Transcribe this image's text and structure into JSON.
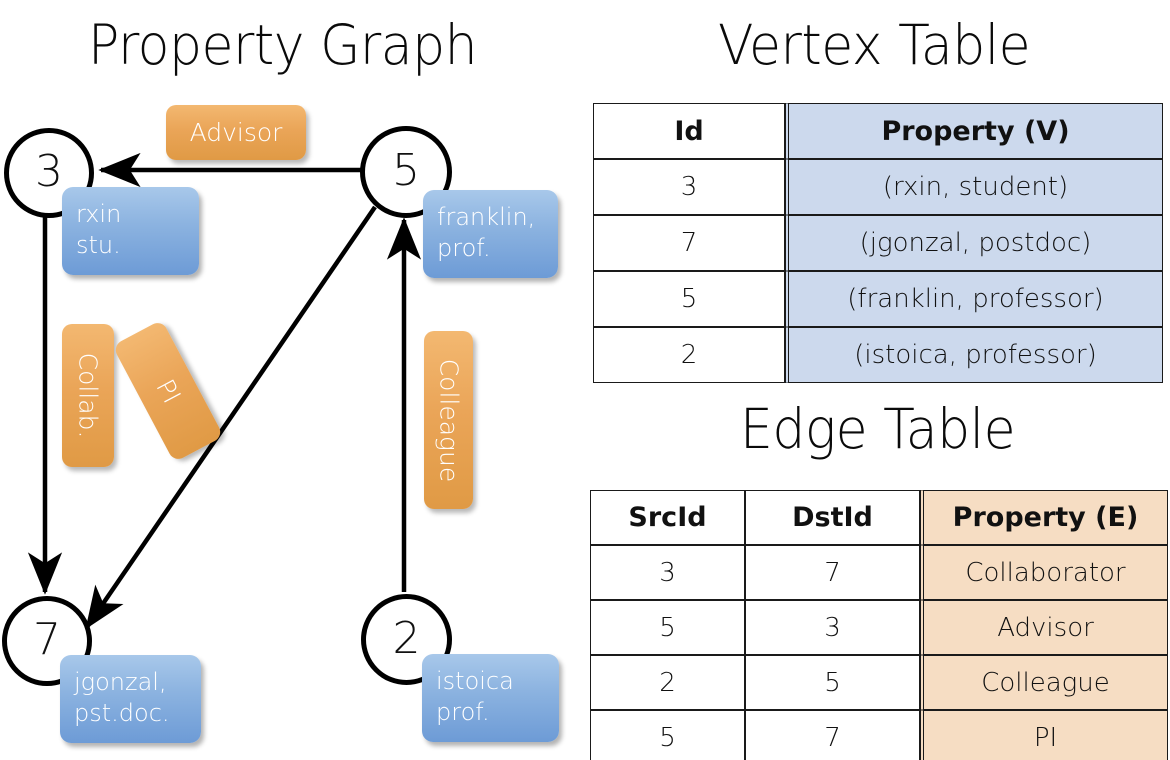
{
  "titles": {
    "property_graph": "Property Graph",
    "vertex_table": "Vertex Table",
    "edge_table": "Edge Table"
  },
  "colors": {
    "vertex_property_fill": "#ccd9ed",
    "edge_property_fill": "#f6ddc3",
    "vertex_box_blue": "#8cb3e0",
    "edge_label_orange": "#eaa558",
    "stroke": "#000000",
    "background": "#ffffff"
  },
  "graph": {
    "nodes": [
      {
        "id": "3",
        "label": "3",
        "property_label": "rxin\nstu."
      },
      {
        "id": "5",
        "label": "5",
        "property_label": "franklin,\nprof."
      },
      {
        "id": "7",
        "label": "7",
        "property_label": "jgonzal,\npst.doc."
      },
      {
        "id": "2",
        "label": "2",
        "property_label": "istoica\nprof."
      }
    ],
    "edge_labels": [
      {
        "id": "advisor",
        "text": "Advisor"
      },
      {
        "id": "collab",
        "text": "Collab."
      },
      {
        "id": "pi",
        "text": "PI"
      },
      {
        "id": "colleague",
        "text": "Colleague"
      }
    ],
    "edges": [
      {
        "src": "5",
        "dst": "3",
        "label": "Advisor"
      },
      {
        "src": "3",
        "dst": "7",
        "label": "Collab."
      },
      {
        "src": "5",
        "dst": "7",
        "label": "PI"
      },
      {
        "src": "2",
        "dst": "5",
        "label": "Colleague"
      }
    ]
  },
  "vertex_table": {
    "headers": [
      "Id",
      "Property (V)"
    ],
    "rows": [
      {
        "id": "3",
        "property": "(rxin, student)"
      },
      {
        "id": "7",
        "property": "(jgonzal, postdoc)"
      },
      {
        "id": "5",
        "property": "(franklin, professor)"
      },
      {
        "id": "2",
        "property": "(istoica, professor)"
      }
    ]
  },
  "edge_table": {
    "headers": [
      "SrcId",
      "DstId",
      "Property (E)"
    ],
    "rows": [
      {
        "src": "3",
        "dst": "7",
        "property": "Collaborator"
      },
      {
        "src": "5",
        "dst": "3",
        "property": "Advisor"
      },
      {
        "src": "2",
        "dst": "5",
        "property": "Colleague"
      },
      {
        "src": "5",
        "dst": "7",
        "property": "PI"
      }
    ]
  }
}
